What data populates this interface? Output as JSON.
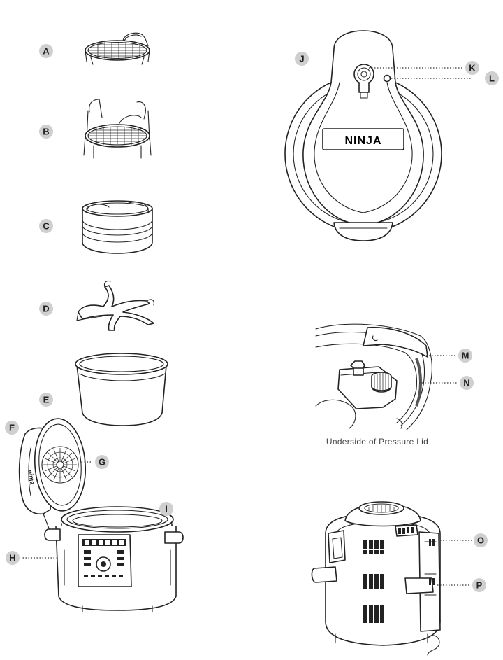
{
  "diagram": {
    "callouts": [
      "A",
      "B",
      "C",
      "D",
      "E",
      "F",
      "G",
      "H",
      "I",
      "J",
      "K",
      "L",
      "M",
      "N",
      "O",
      "P"
    ],
    "caption": "Underside of Pressure Lid",
    "brand_text": "NINJA",
    "side_brand_text": "ninja",
    "badge_color": "#d9d9d9"
  }
}
